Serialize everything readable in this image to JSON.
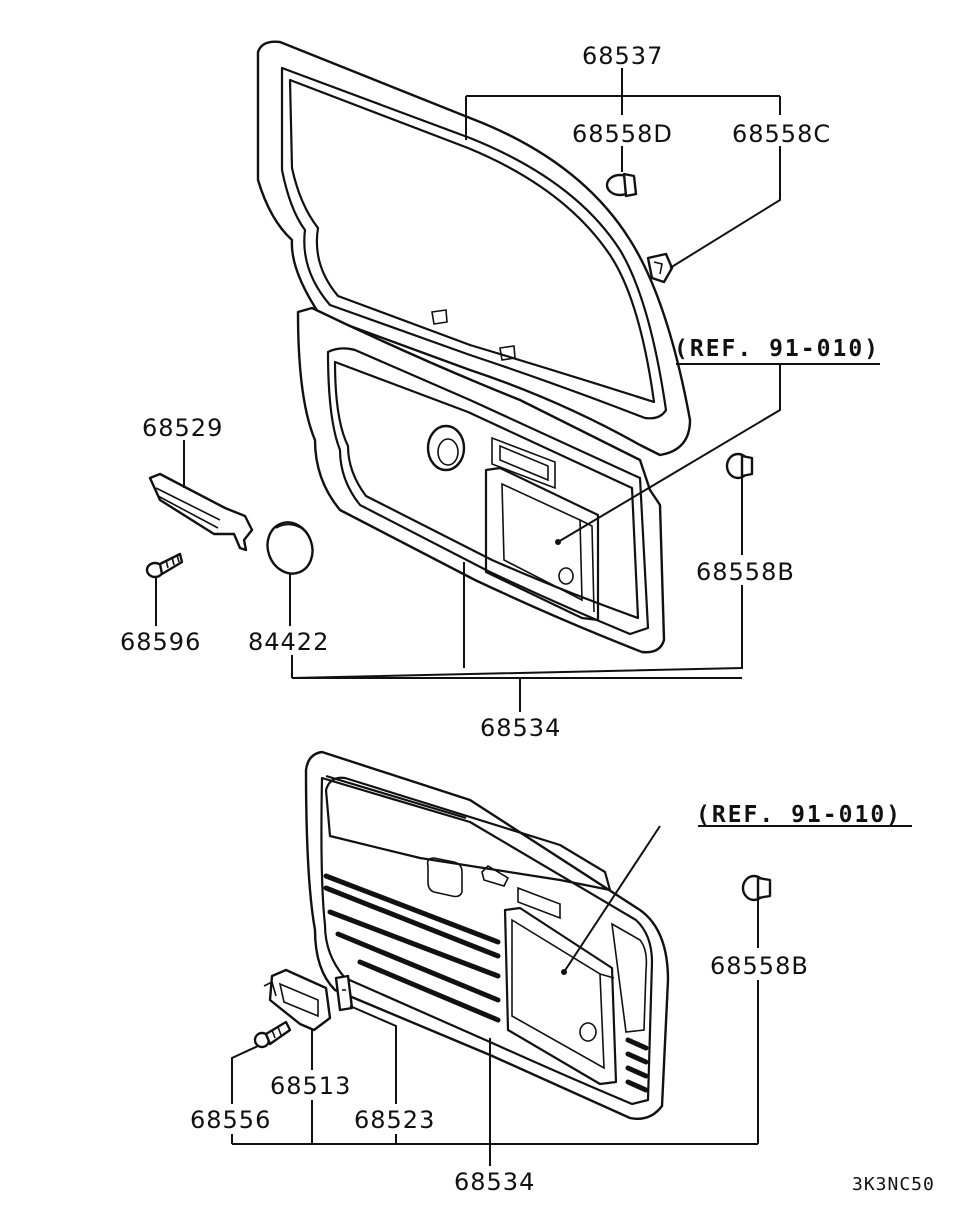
{
  "labels": {
    "p68537": "68537",
    "p68558D": "68558D",
    "p68558C": "68558C",
    "ref_upper": "(REF. 91-010)",
    "p68529": "68529",
    "p68558B_upper": "68558B",
    "p68596": "68596",
    "p84422": "84422",
    "p68534_upper": "68534",
    "ref_lower": "(REF. 91-010)",
    "p68558B_lower": "68558B",
    "p68513": "68513",
    "p68556": "68556",
    "p68523": "68523",
    "p68534_lower": "68534"
  },
  "diagram_code": "3K3NC50"
}
